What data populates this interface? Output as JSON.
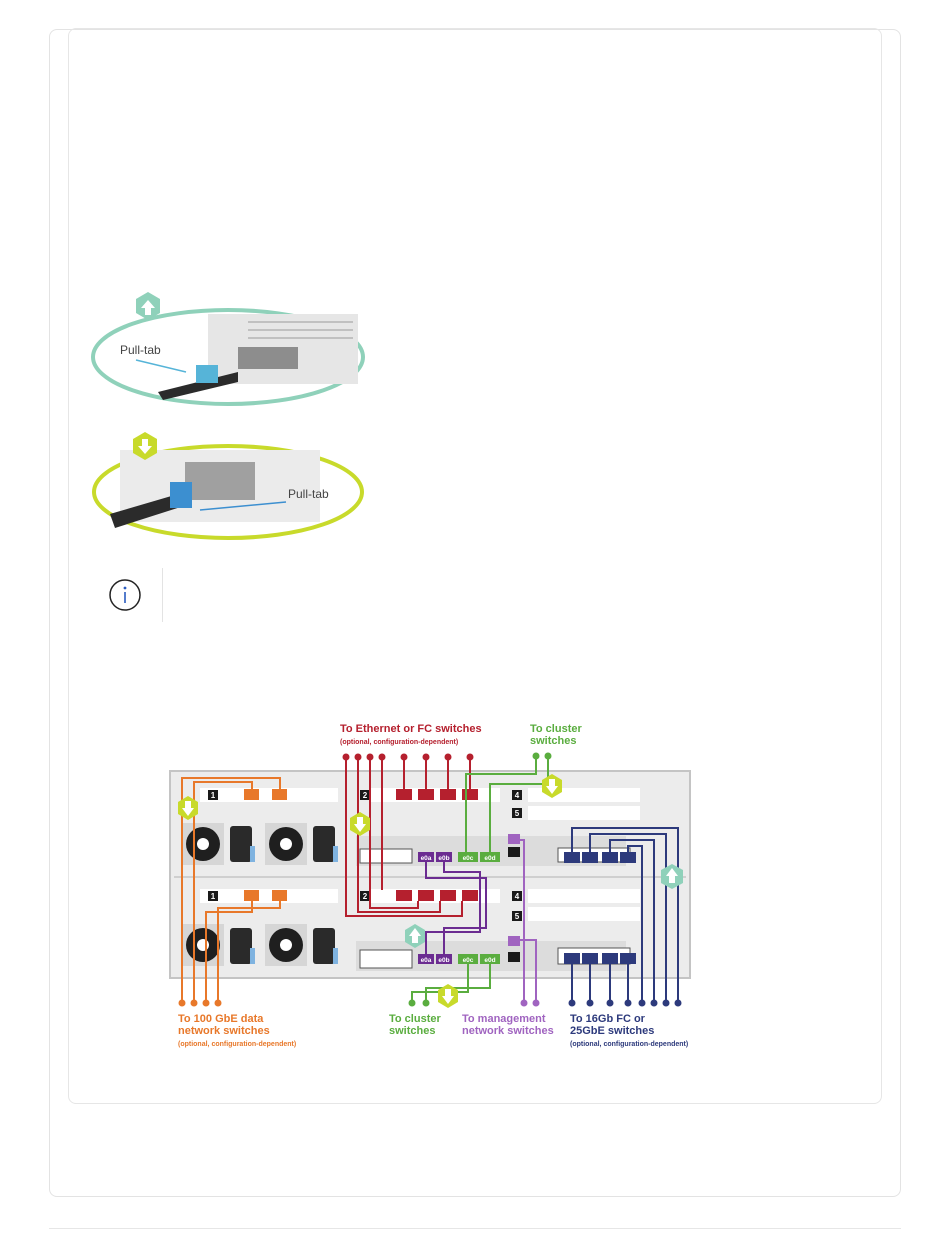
{
  "figure_top": {
    "label": "Pull-tab",
    "accent": "#56b4d8",
    "ring_color": "#8fd1ba"
  },
  "figure_bottom": {
    "label": "Pull-tab",
    "accent": "#3c8fd0",
    "ring_color": "#c8da2b"
  },
  "note": {
    "icon": "info-icon"
  },
  "diagram": {
    "top_labels": {
      "ethernet_fc": "To Ethernet or FC switches",
      "ethernet_fc_sub": "(optional, configuration-dependent)",
      "cluster_line1": "To cluster",
      "cluster_line2": "switches"
    },
    "bottom_labels": {
      "gbe100_line1": "To 100 GbE data",
      "gbe100_line2": "network switches",
      "gbe100_sub": "(optional, configuration-dependent)",
      "cluster_line1": "To cluster",
      "cluster_line2": "switches",
      "mgmt_line1": "To management",
      "mgmt_line2": "network switches",
      "fc_line1": "To 16Gb FC or",
      "fc_line2": "25GbE switches",
      "fc_sub": "(optional, configuration-dependent)"
    },
    "ports": {
      "e0a": "e0a",
      "e0b": "e0b",
      "e0c": "e0c",
      "e0d": "e0d"
    },
    "slots": {
      "s1": "1",
      "s2": "2",
      "s4": "4",
      "s5": "5"
    },
    "colors": {
      "orange": "#e8782a",
      "red": "#b5202e",
      "green": "#5aad3f",
      "purple": "#6b2c91",
      "lavender": "#a064c0",
      "navy": "#2d3a7c",
      "yellow": "#c8da2b"
    }
  }
}
